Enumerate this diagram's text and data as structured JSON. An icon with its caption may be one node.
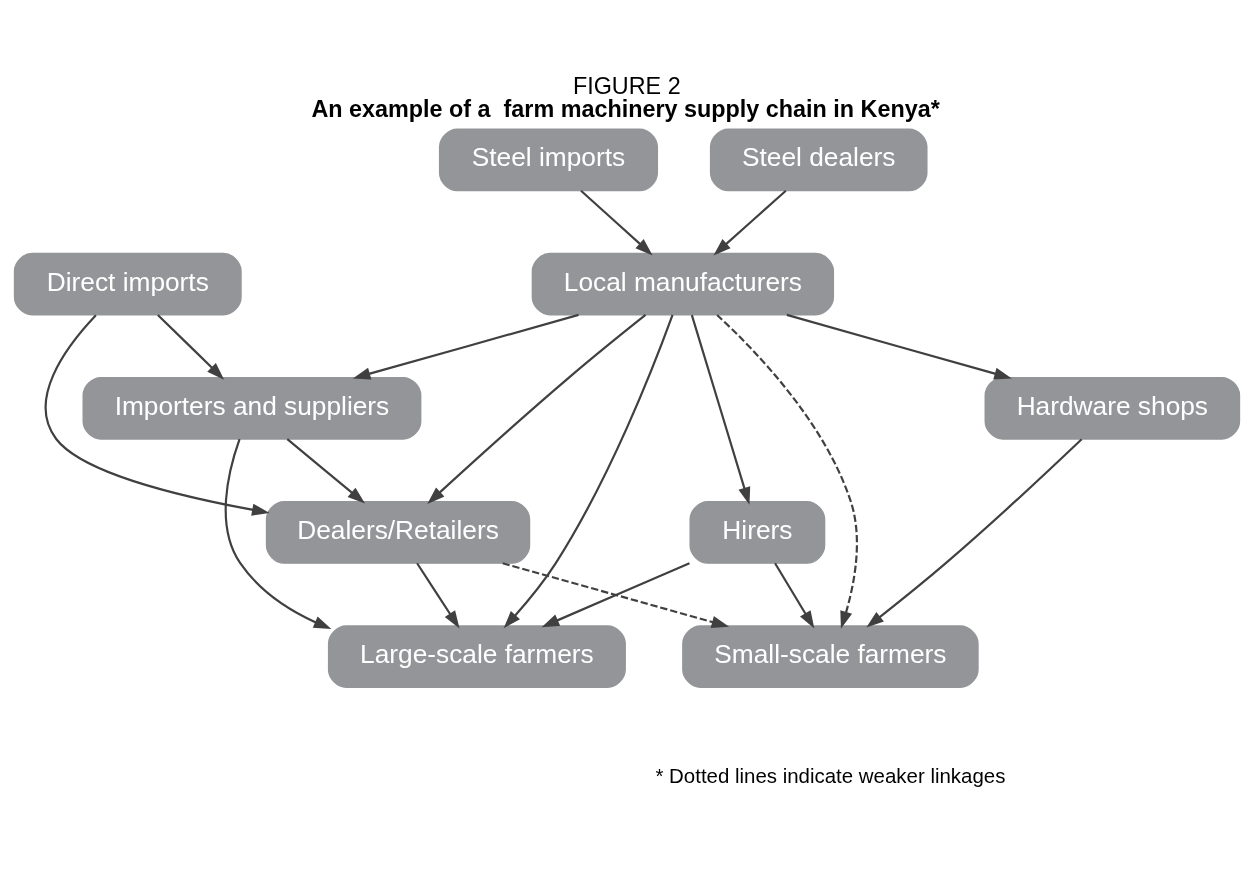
{
  "diagram": {
    "title": "An example of a  farm machinery supply chain in Kenya*",
    "caption": "* Dotted lines indicate weaker linkages",
    "labels": [
      "FIGURE 2"
    ],
    "nodes": [
      {
        "text": [
          "Importers and suppliers"
        ]
      },
      {
        "text": [
          "Steel imports"
        ]
      },
      {
        "text": [
          "Direct imports"
        ]
      },
      {
        "text": [
          "Local manufacturers"
        ]
      },
      {
        "text": [
          "Dealers/Retailers"
        ]
      },
      {
        "text": [
          "Hirers"
        ]
      },
      {
        "text": [
          "Steel dealers"
        ]
      },
      {
        "text": [
          "Hardware shops"
        ]
      },
      {
        "text": [
          "Large-scale farmers"
        ]
      },
      {
        "text": [
          "Small-scale farmers"
        ]
      }
    ],
    "edges": [
      {
        "from": 0,
        "to": 8,
        "arrow": "to"
      },
      {
        "from": 2,
        "to": 0,
        "arrow": "to"
      },
      {
        "from": 2,
        "to": 4,
        "arrow": "to"
      },
      {
        "from": 0,
        "to": 4,
        "arrow": "to"
      },
      {
        "from": 3,
        "to": 0,
        "arrow": "to"
      },
      {
        "from": 3,
        "to": 4,
        "arrow": "to"
      },
      {
        "from": 3,
        "to": 8,
        "arrow": "to"
      },
      {
        "from": 3,
        "to": 5,
        "arrow": "to"
      },
      {
        "from": 1,
        "to": 3,
        "arrow": "to"
      },
      {
        "from": 6,
        "to": 3,
        "arrow": "to"
      },
      {
        "from": 3,
        "to": 7,
        "arrow": "to"
      },
      {
        "from": 3,
        "to": 9,
        "arrow": "to",
        "style": "dashed"
      },
      {
        "from": 7,
        "to": 9,
        "arrow": "to"
      },
      {
        "from": 5,
        "to": 9,
        "arrow": "to"
      },
      {
        "from": 4,
        "to": 8,
        "arrow": "to"
      },
      {
        "from": 4,
        "to": 9,
        "arrow": "to",
        "style": "dashed"
      },
      {
        "from": 5,
        "to": 8,
        "arrow": "to"
      }
    ]
  }
}
